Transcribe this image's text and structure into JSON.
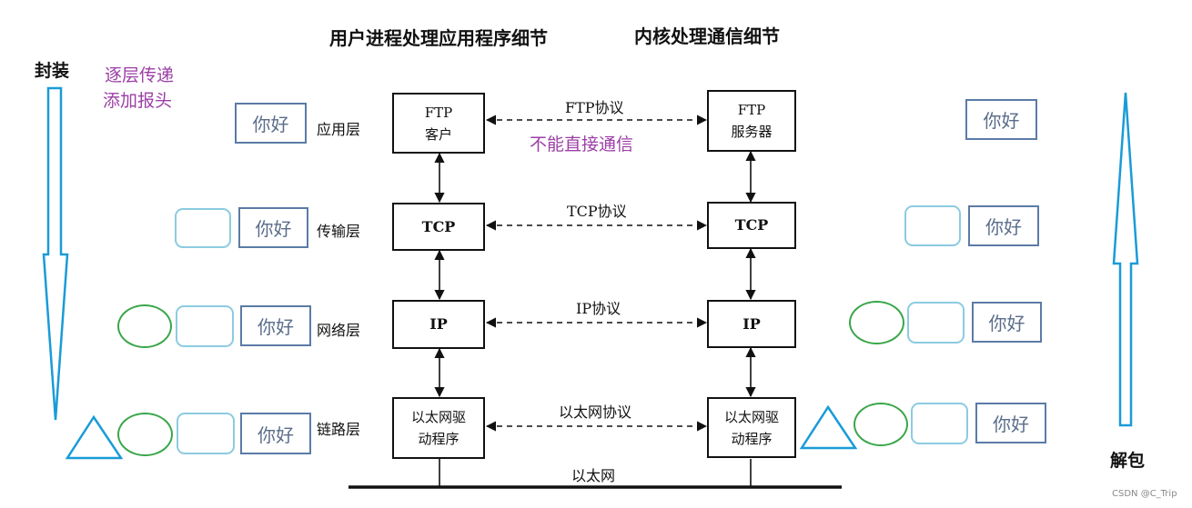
{
  "header": {
    "user_process": "用户进程处理应用程序细节",
    "kernel": "内核处理通信细节"
  },
  "left": {
    "encapsulate": "封装",
    "note_line1": "逐层传递",
    "note_line2": "添加报头"
  },
  "right": {
    "decapsulate": "解包"
  },
  "center_note": "不能直接通信",
  "layers": [
    {
      "name": "应用层",
      "left_box": [
        "FTP",
        "客户"
      ],
      "right_box": [
        "FTP",
        "服务器"
      ],
      "protocol": "FTP协议"
    },
    {
      "name": "传输层",
      "left_box": [
        "TCP"
      ],
      "right_box": [
        "TCP"
      ],
      "protocol": "TCP协议"
    },
    {
      "name": "网络层",
      "left_box": [
        "IP"
      ],
      "right_box": [
        "IP"
      ],
      "protocol": "IP协议"
    },
    {
      "name": "链路层",
      "left_box": [
        "以太网驱",
        "动程序"
      ],
      "right_box": [
        "以太网驱",
        "动程序"
      ],
      "protocol": "以太网协议"
    }
  ],
  "packet": {
    "payload": "你好"
  },
  "ethernet_label": "以太网",
  "watermark": "CSDN @C_Trip",
  "colors": {
    "arrow": "#1a9bd7",
    "payload_border": "#5b7ba6",
    "transport_header": "#8ccbe0",
    "network_header": "#3aa64a",
    "link_header": "#1a9bd7",
    "note": "#9b3fa6"
  }
}
